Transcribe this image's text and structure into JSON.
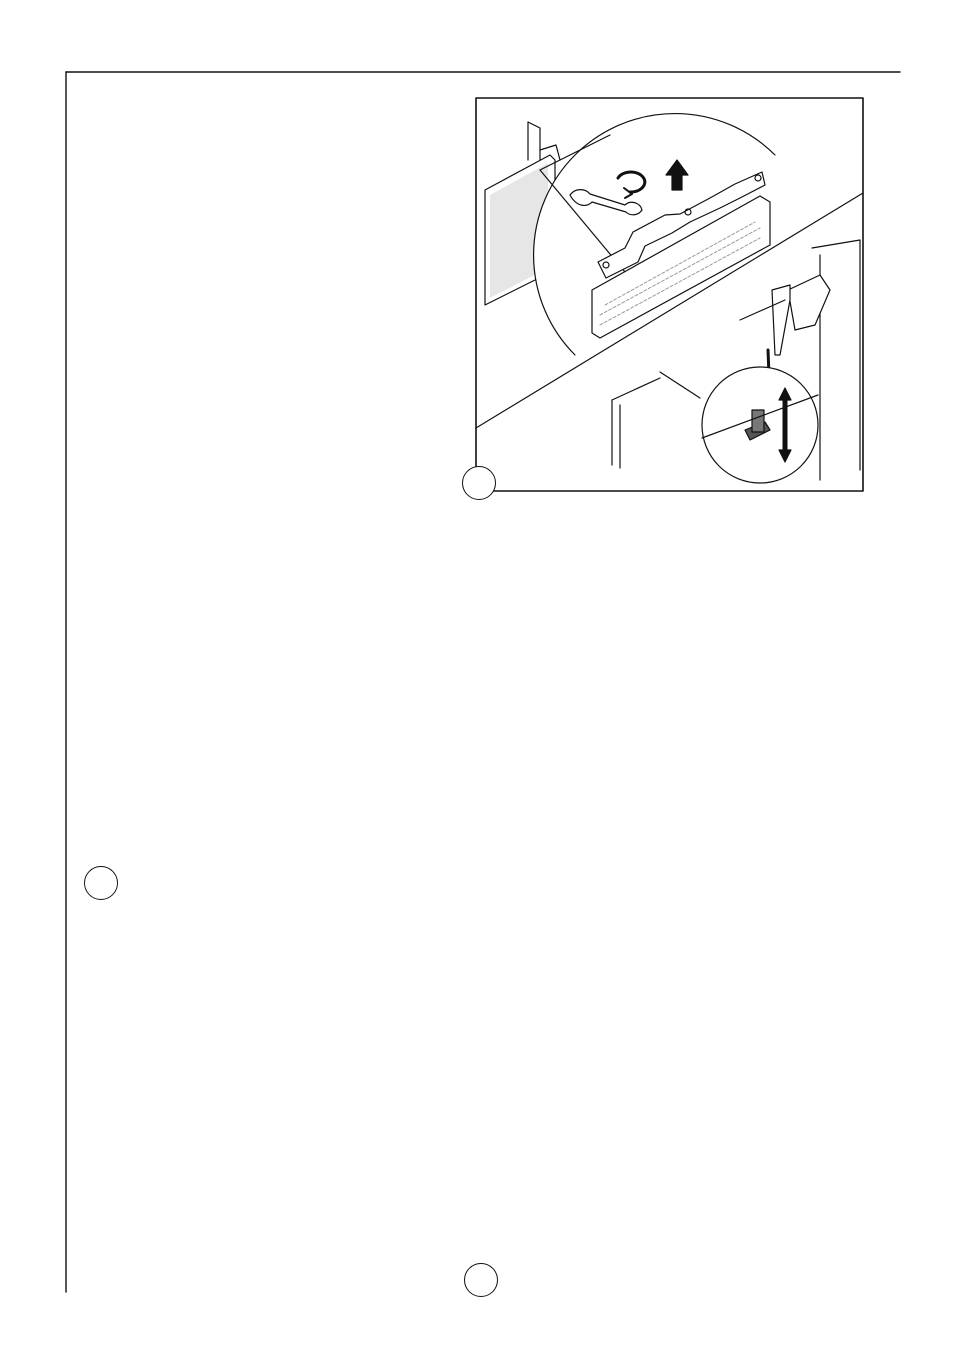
{
  "figures": [
    {
      "id": "fig-a",
      "number": ""
    },
    {
      "id": "fig-b",
      "number": ""
    },
    {
      "id": "fig-c",
      "number": ""
    }
  ],
  "colors": {
    "ink": "#111111",
    "panel_fill": "#e6e6e6",
    "hatch": "#9a9a9a"
  }
}
